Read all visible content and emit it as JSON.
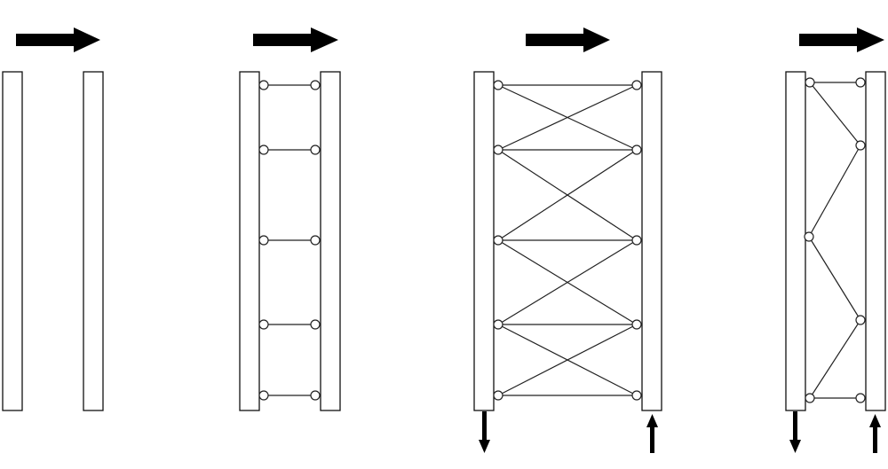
{
  "colors": {
    "stroke": "#111111",
    "arrow": "#000000",
    "background": "#ffffff"
  },
  "panels": [
    {
      "id": "unconnected",
      "connection": "none",
      "load_arrow": "right",
      "axial_arrows": []
    },
    {
      "id": "ladder",
      "connection": "horizontal-links",
      "link_count": 5,
      "load_arrow": "right",
      "axial_arrows": []
    },
    {
      "id": "x-braced",
      "connection": "cross-bracing",
      "bay_count": 4,
      "load_arrow": "right",
      "axial_arrows": [
        "down",
        "up"
      ]
    },
    {
      "id": "zigzag",
      "connection": "single-diagonal-web",
      "load_arrow": "right",
      "axial_arrows": [
        "down",
        "up"
      ]
    }
  ]
}
